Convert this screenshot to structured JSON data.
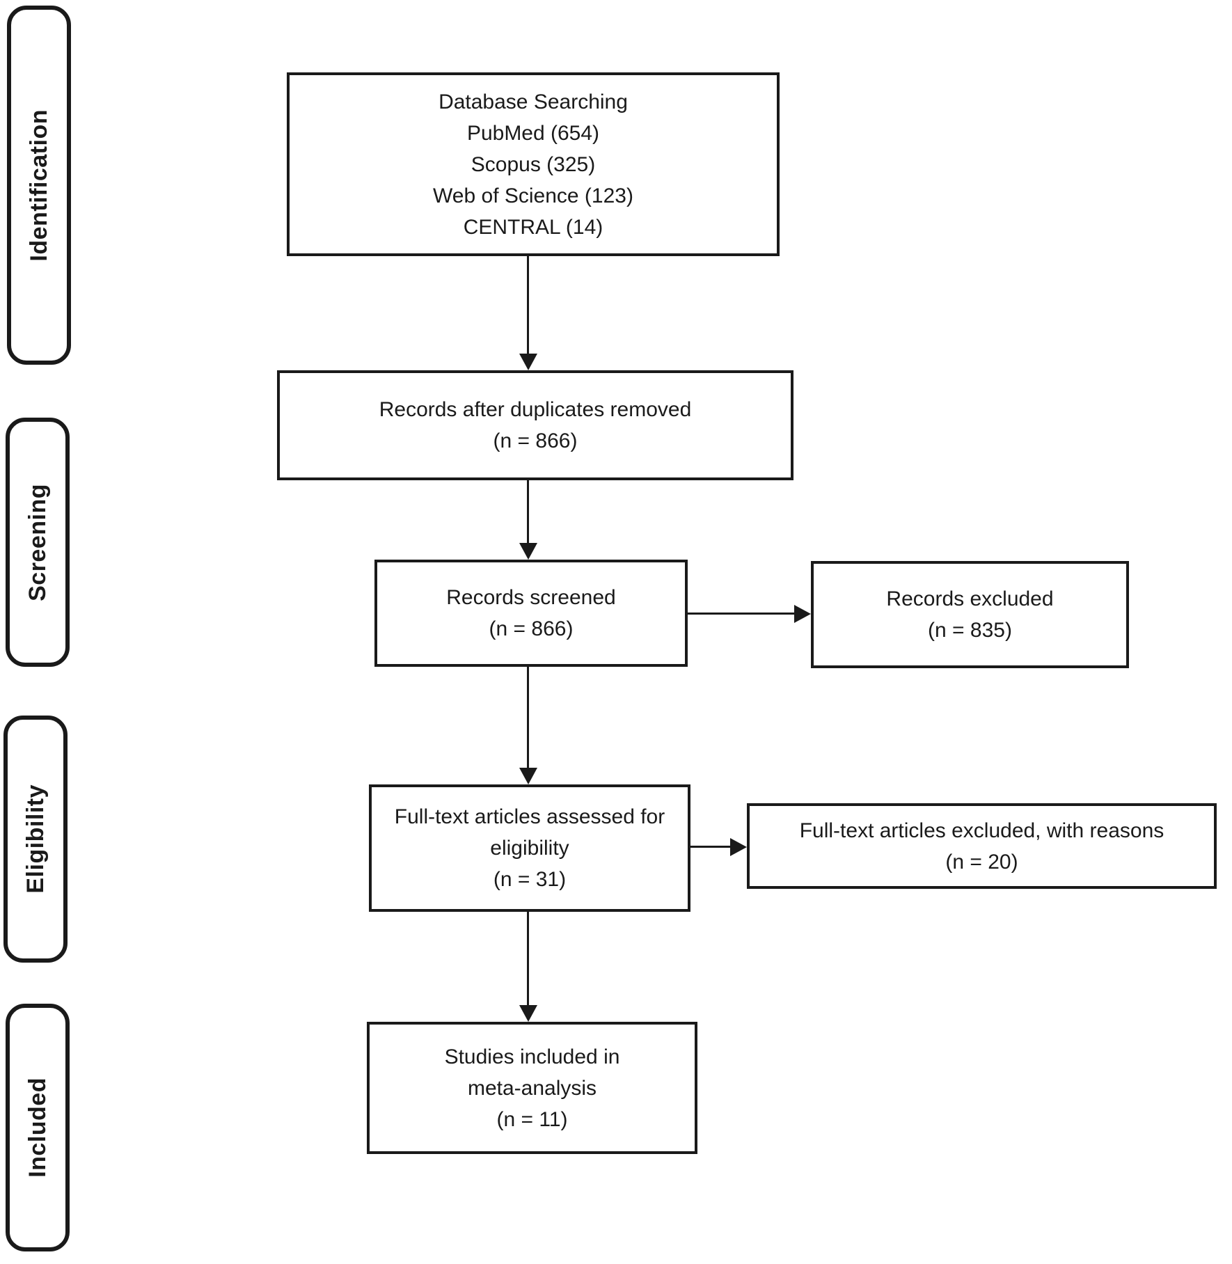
{
  "diagram": {
    "type": "prisma-flow",
    "colors": {
      "line": "#1a1a1a",
      "text": "#1a1a1a",
      "background": "#ffffff"
    },
    "stages": [
      {
        "label": "Identification"
      },
      {
        "label": "Screening"
      },
      {
        "label": "Eligibility"
      },
      {
        "label": "Included"
      }
    ],
    "boxes": {
      "database_searching": {
        "title": "Database Searching",
        "sources": [
          "PubMed (654)",
          "Scopus (325)",
          "Web of Science (123)",
          "CENTRAL (14)"
        ]
      },
      "duplicates_removed": {
        "label": "Records after duplicates removed",
        "count": "(n = 866)"
      },
      "records_screened": {
        "label": "Records screened",
        "count": "(n = 866)"
      },
      "records_excluded": {
        "label": "Records excluded",
        "count": "(n = 835)"
      },
      "fulltext_assessed": {
        "label": "Full-text articles assessed for\neligibility",
        "count": "(n = 31)"
      },
      "fulltext_excluded": {
        "label": "Full-text articles excluded, with reasons",
        "count": "(n = 20)"
      },
      "studies_included": {
        "label": "Studies included in\nmeta-analysis",
        "count": "(n = 11)"
      }
    }
  }
}
